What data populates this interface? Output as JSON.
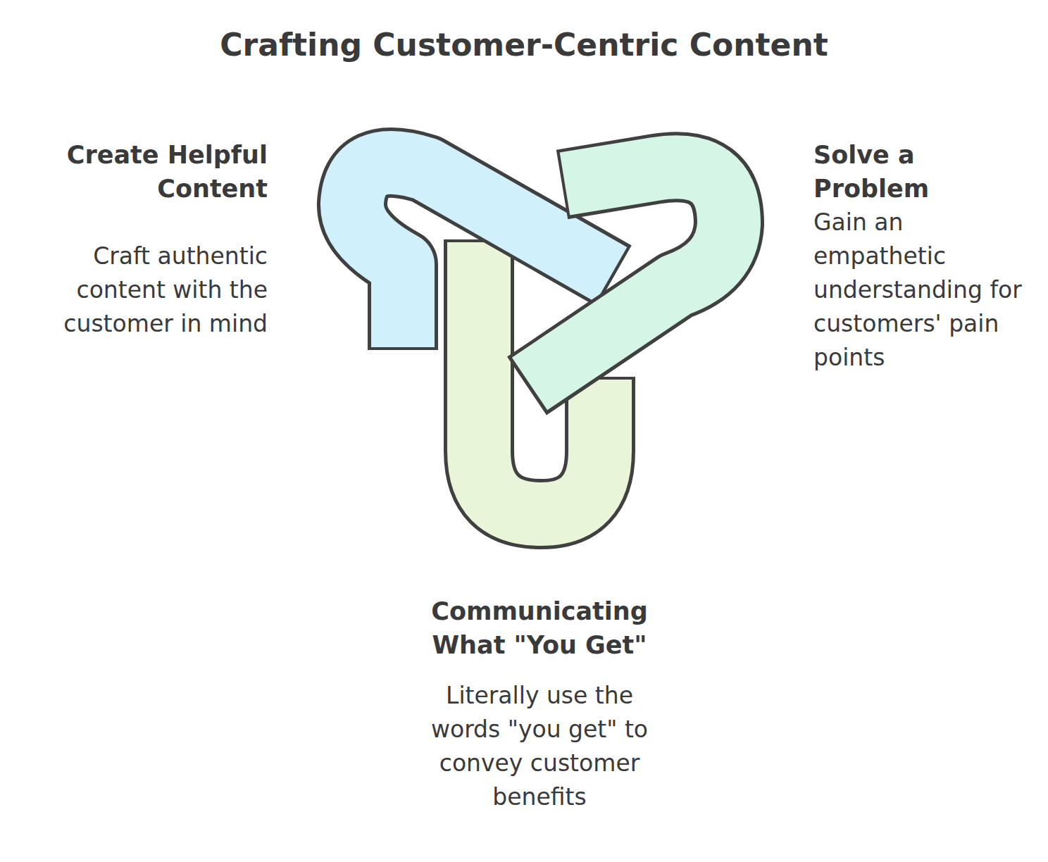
{
  "diagram": {
    "title": "Crafting Customer-Centric Content",
    "nodes": [
      {
        "text": [
          "Create Helpful Content",
          "Craft authentic content with the customer in mind"
        ]
      },
      {
        "text": [
          "Solve a Problem",
          "Gain an empathetic understanding for customers' pain points"
        ]
      },
      {
        "text": [
          "Communicating What \"You Get\"",
          "Literally use the words \"you get\" to convey customer benefits"
        ]
      }
    ]
  }
}
